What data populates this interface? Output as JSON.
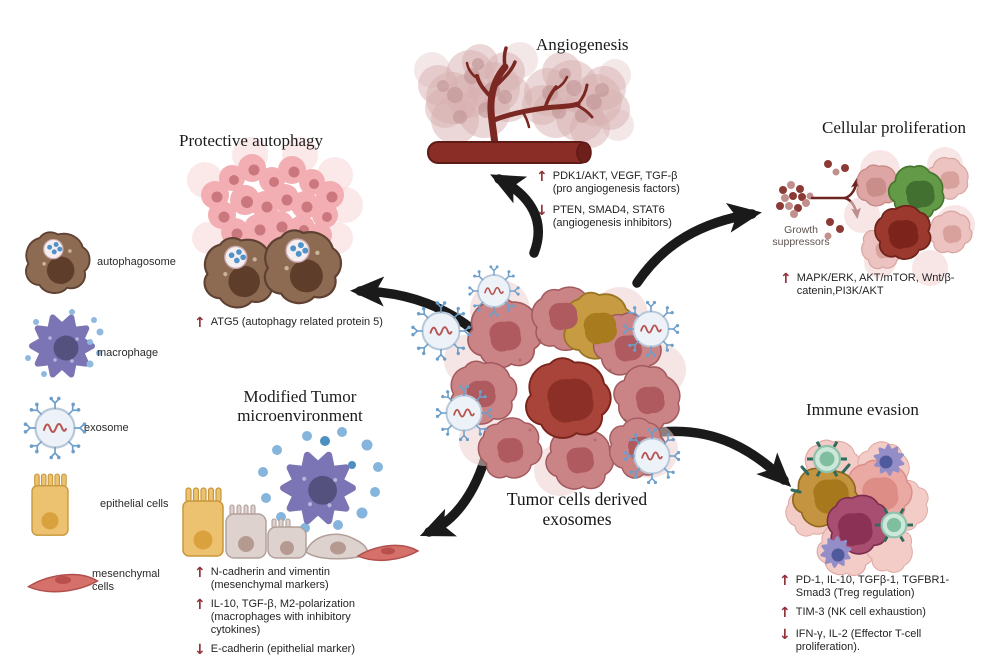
{
  "colors": {
    "background": "#ffffff",
    "arrow_black": "#1a1a1a",
    "note_arrow_red": "#8e2f35",
    "title_text": "#1b1b1b",
    "tumor_cell_rose": "#cb8486",
    "tumor_cell_dark_red": "#a8443a",
    "tumor_cell_mustard": "#c79b42",
    "vessel_red": "#8a2d27",
    "macrophage_purple": "#7b74b5",
    "autophagosome_brown": "#8d6b52",
    "epithelial_yellow": "#ecc170",
    "mesenchymal_red": "#d5706b",
    "exosome_spike_blue": "#6d9fca",
    "nk_teal": "#7fbfa0"
  },
  "icons": {
    "autophagosome-icon": "brown blob cell with vesicle of blue dots",
    "macrophage-icon": "purple spiky cell",
    "exosome-icon": "vesicle circle with receptor spikes and RNA squiggle",
    "epithelial-cells-icon": "yellow columnar cell with brush border",
    "mesenchymal-cells-icon": "red spindle cell"
  },
  "legend": {
    "items": [
      {
        "label": "autophagosome",
        "icon": "autophagosome-icon"
      },
      {
        "label": "macrophage",
        "icon": "macrophage-icon"
      },
      {
        "label": "exosome",
        "icon": "exosome-icon"
      },
      {
        "label": "epithelial cells",
        "icon": "epithelial-cells-icon"
      },
      {
        "label": "mesenchymal cells",
        "icon": "mesenchymal-cells-icon"
      }
    ]
  },
  "center": {
    "label": "Tumor cells derived exosomes"
  },
  "sections": {
    "angiogenesis": {
      "title": "Angiogenesis",
      "notes": [
        {
          "arrow": "↑",
          "text": "PDK1/AKT, VEGF, TGF-β (pro angiogenesis factors)"
        },
        {
          "arrow": "↓",
          "text": "PTEN, SMAD4, STAT6 (angiogenesis inhibitors)"
        }
      ]
    },
    "protective_autophagy": {
      "title": "Protective autophagy",
      "notes": [
        {
          "arrow": "↑",
          "text": "ATG5 (autophagy related protein 5)"
        }
      ]
    },
    "cellular_proliferation": {
      "title": "Cellular proliferation",
      "caption": "Growth suppressors",
      "notes": [
        {
          "arrow": "↑",
          "text": "MAPK/ERK, AKT/mTOR, Wnt/β-catenin,PI3K/AKT"
        }
      ]
    },
    "modified_microenvironment": {
      "title": "Modified Tumor microenvironment",
      "notes": [
        {
          "arrow": "↑",
          "text": "N-cadherin and vimentin (mesenchymal markers)"
        },
        {
          "arrow": "↑",
          "text": "IL-10, TGF-β, M2-polarization (macrophages with inhibitory cytokines)"
        },
        {
          "arrow": "↓",
          "text": "E-cadherin (epithelial marker)"
        }
      ]
    },
    "immune_evasion": {
      "title": "Immune evasion",
      "notes": [
        {
          "arrow": "↑",
          "text": "PD-1, IL-10, TGFβ-1, TGFBR1-Smad3 (Treg regulation)"
        },
        {
          "arrow": "↑",
          "text": "TIM-3 (NK cell exhaustion)"
        },
        {
          "arrow": "↓",
          "text": "IFN-γ, IL-2 (Effector T-cell proliferation)."
        }
      ]
    }
  }
}
